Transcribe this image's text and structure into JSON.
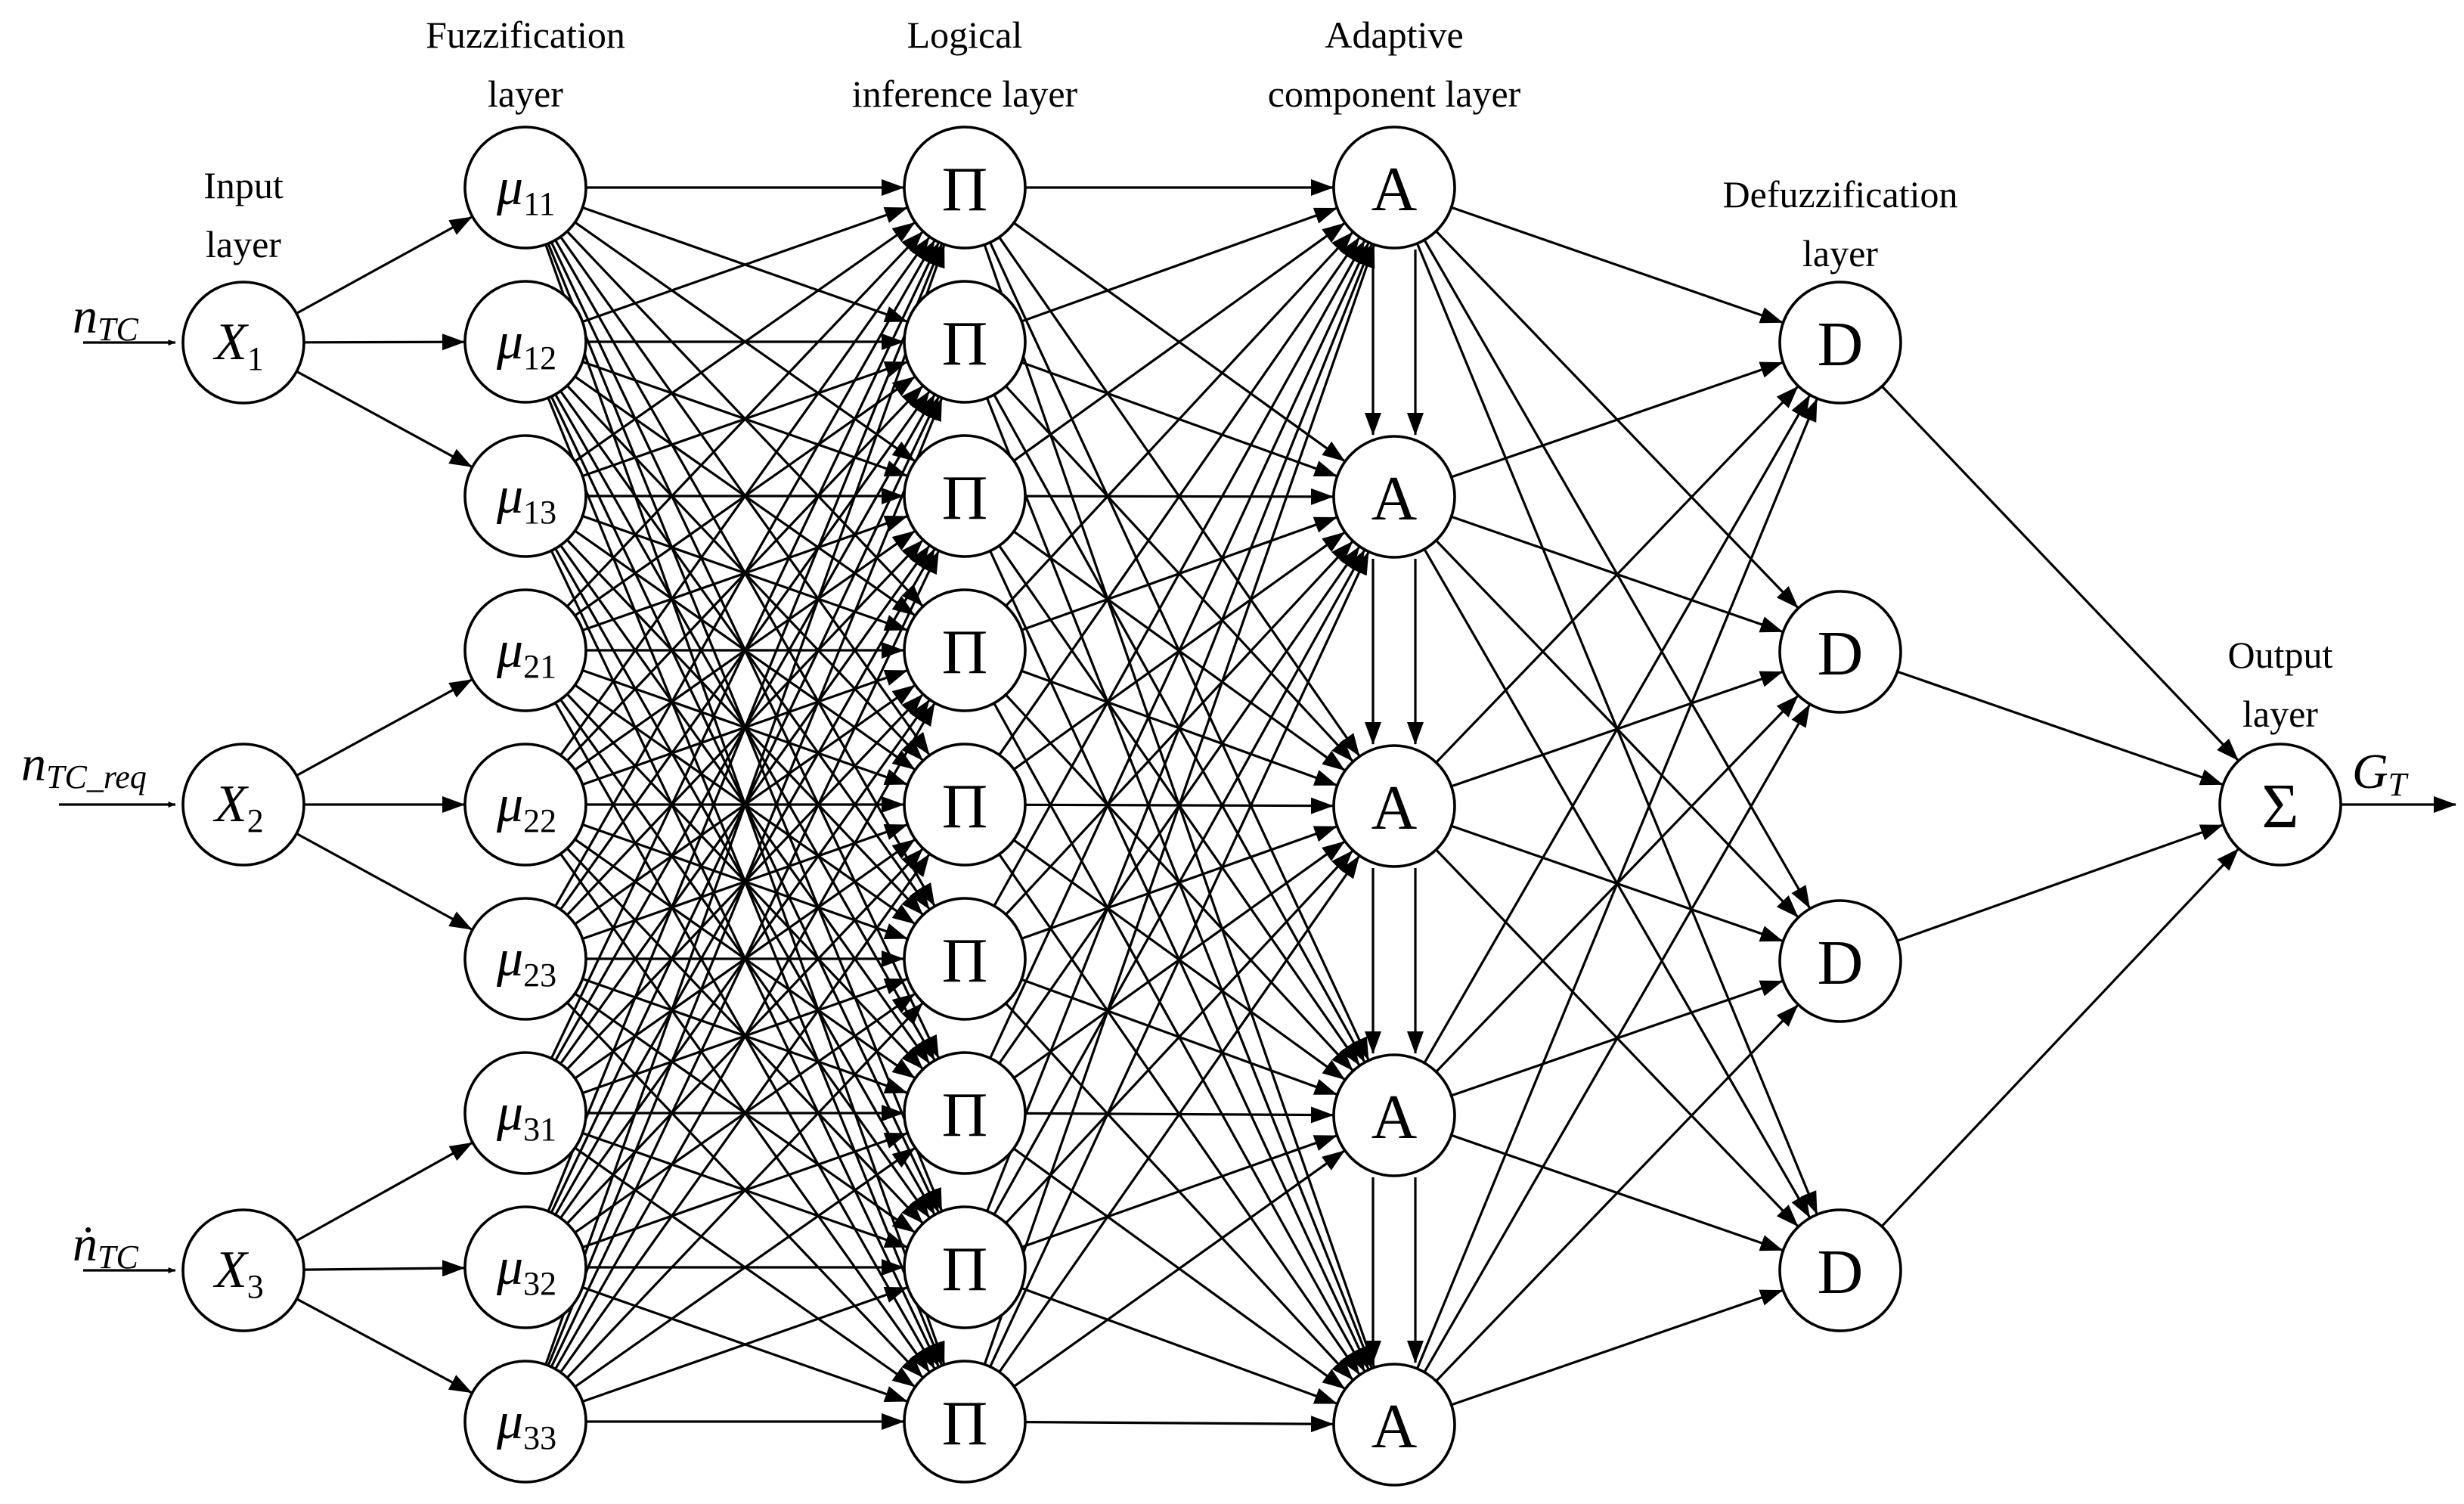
{
  "layers": {
    "input": {
      "title": [
        "Input",
        "layer"
      ],
      "nodes": [
        {
          "sym": "X",
          "sub": "1"
        },
        {
          "sym": "X",
          "sub": "2"
        },
        {
          "sym": "X",
          "sub": "3"
        }
      ]
    },
    "fuzz": {
      "title": [
        "Fuzzification",
        "layer"
      ],
      "nodes": [
        {
          "sym": "μ",
          "sub": "11"
        },
        {
          "sym": "μ",
          "sub": "12"
        },
        {
          "sym": "μ",
          "sub": "13"
        },
        {
          "sym": "μ",
          "sub": "21"
        },
        {
          "sym": "μ",
          "sub": "22"
        },
        {
          "sym": "μ",
          "sub": "23"
        },
        {
          "sym": "μ",
          "sub": "31"
        },
        {
          "sym": "μ",
          "sub": "32"
        },
        {
          "sym": "μ",
          "sub": "33"
        }
      ]
    },
    "infer": {
      "title": [
        "Logical",
        "inference layer"
      ],
      "nodes": [
        {
          "sym": "Π"
        },
        {
          "sym": "Π"
        },
        {
          "sym": "Π"
        },
        {
          "sym": "Π"
        },
        {
          "sym": "Π"
        },
        {
          "sym": "Π"
        },
        {
          "sym": "Π"
        },
        {
          "sym": "Π"
        },
        {
          "sym": "Π"
        }
      ]
    },
    "adapt": {
      "title": [
        "Adaptive",
        "component layer"
      ],
      "nodes": [
        {
          "sym": "A"
        },
        {
          "sym": "A"
        },
        {
          "sym": "A"
        },
        {
          "sym": "A"
        },
        {
          "sym": "A"
        }
      ]
    },
    "defuzz": {
      "title": [
        "Defuzzification",
        "layer"
      ],
      "nodes": [
        {
          "sym": "D"
        },
        {
          "sym": "D"
        },
        {
          "sym": "D"
        },
        {
          "sym": "D"
        }
      ]
    },
    "output": {
      "title": [
        "Output",
        "layer"
      ],
      "nodes": [
        {
          "sym": "Σ"
        }
      ]
    }
  },
  "signals": {
    "inputs": [
      {
        "base": "n",
        "sub": "TC"
      },
      {
        "base": "n",
        "sub": "TC_req"
      },
      {
        "base": "ṅ",
        "sub": "TC"
      }
    ],
    "output": {
      "base": "G",
      "sub": "T"
    }
  }
}
